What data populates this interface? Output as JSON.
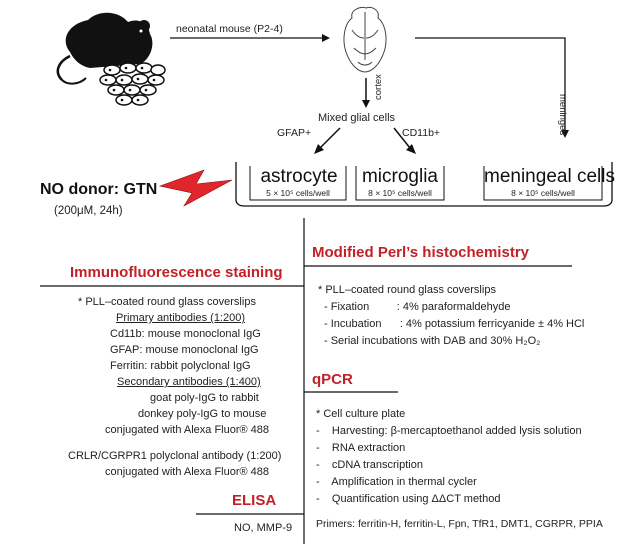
{
  "top": {
    "neonatal_label": "neonatal mouse (P2-4)",
    "cortex_label": "cortex",
    "meninges_label": "meninges",
    "mixed_glial": "Mixed glial cells",
    "gfap_label": "GFAP+",
    "cd11b_label": "CD11b+",
    "cells": [
      {
        "name": "astrocyte",
        "density": "5 × 10⁵ cells/well"
      },
      {
        "name": "microglia",
        "density": "8 × 10⁵ cells/well"
      },
      {
        "name": "meningeal cells",
        "density": "8 × 10⁵ cells/well"
      }
    ]
  },
  "treatment": {
    "title": "NO donor: GTN",
    "condition": "(200μM, 24h)"
  },
  "immuno": {
    "title": "Immunofluorescence staining",
    "lines": [
      "* PLL–coated round glass coverslips",
      "Primary antibodies (1:200)",
      "Cd11b: mouse monoclonal IgG",
      "GFAP: mouse monoclonal IgG",
      "Ferritin: rabbit polyclonal IgG",
      "Secondary antibodies (1:400)",
      "goat poly-IgG to rabbit",
      "donkey poly-IgG to mouse",
      "conjugated with Alexa Fluor® 488",
      "CRLR/CGRPR1 polyclonal antibody (1:200)",
      "conjugated with Alexa Fluor® 488"
    ]
  },
  "elisa": {
    "title": "ELISA",
    "line": "NO, MMP-9"
  },
  "perls": {
    "title": "Modified Perl’s histochemistry",
    "lines": [
      "* PLL–coated round glass coverslips",
      "- Fixation         : 4% paraformaldehyde",
      "- Incubation      : 4% potassium ferricyanide ± 4% HCl",
      "- Serial incubations with DAB and 30% H₂O₂"
    ]
  },
  "qpcr": {
    "title": "qPCR",
    "lines": [
      "* Cell culture plate",
      "-    Harvesting: β-mercaptoethanol added lysis solution",
      "-    RNA extraction",
      "-    cDNA transcription",
      "-    Amplification in thermal cycler",
      "-    Quantification using ΔΔCT method"
    ],
    "primers": "Primers: ferritin-H, ferritin-L, Fpn, TfR1, DMT1, CGRPR, PPIA"
  },
  "colors": {
    "title_red": "#c42127",
    "bolt_red": "#e0262c",
    "line": "#111111"
  }
}
